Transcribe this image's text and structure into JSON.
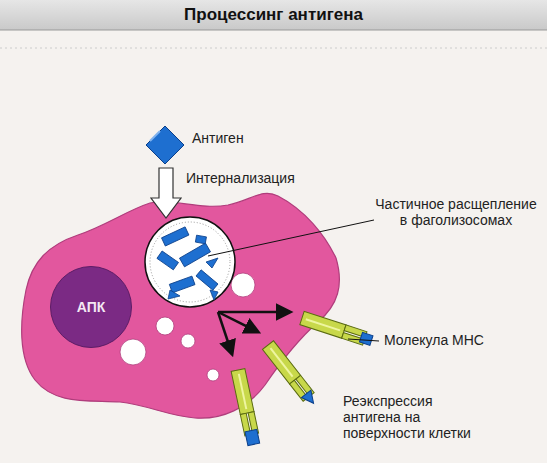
{
  "diagram": {
    "title": "Процессинг антигена",
    "nodes": [
      {
        "text": [
          "АПК"
        ]
      }
    ],
    "labels": [
      "Антиген",
      "Интернализация",
      "Частичное расщепление в фаголизосомах",
      "Молекула МНС",
      "Реэкспрессия антигена на поверхности клетки"
    ]
  }
}
